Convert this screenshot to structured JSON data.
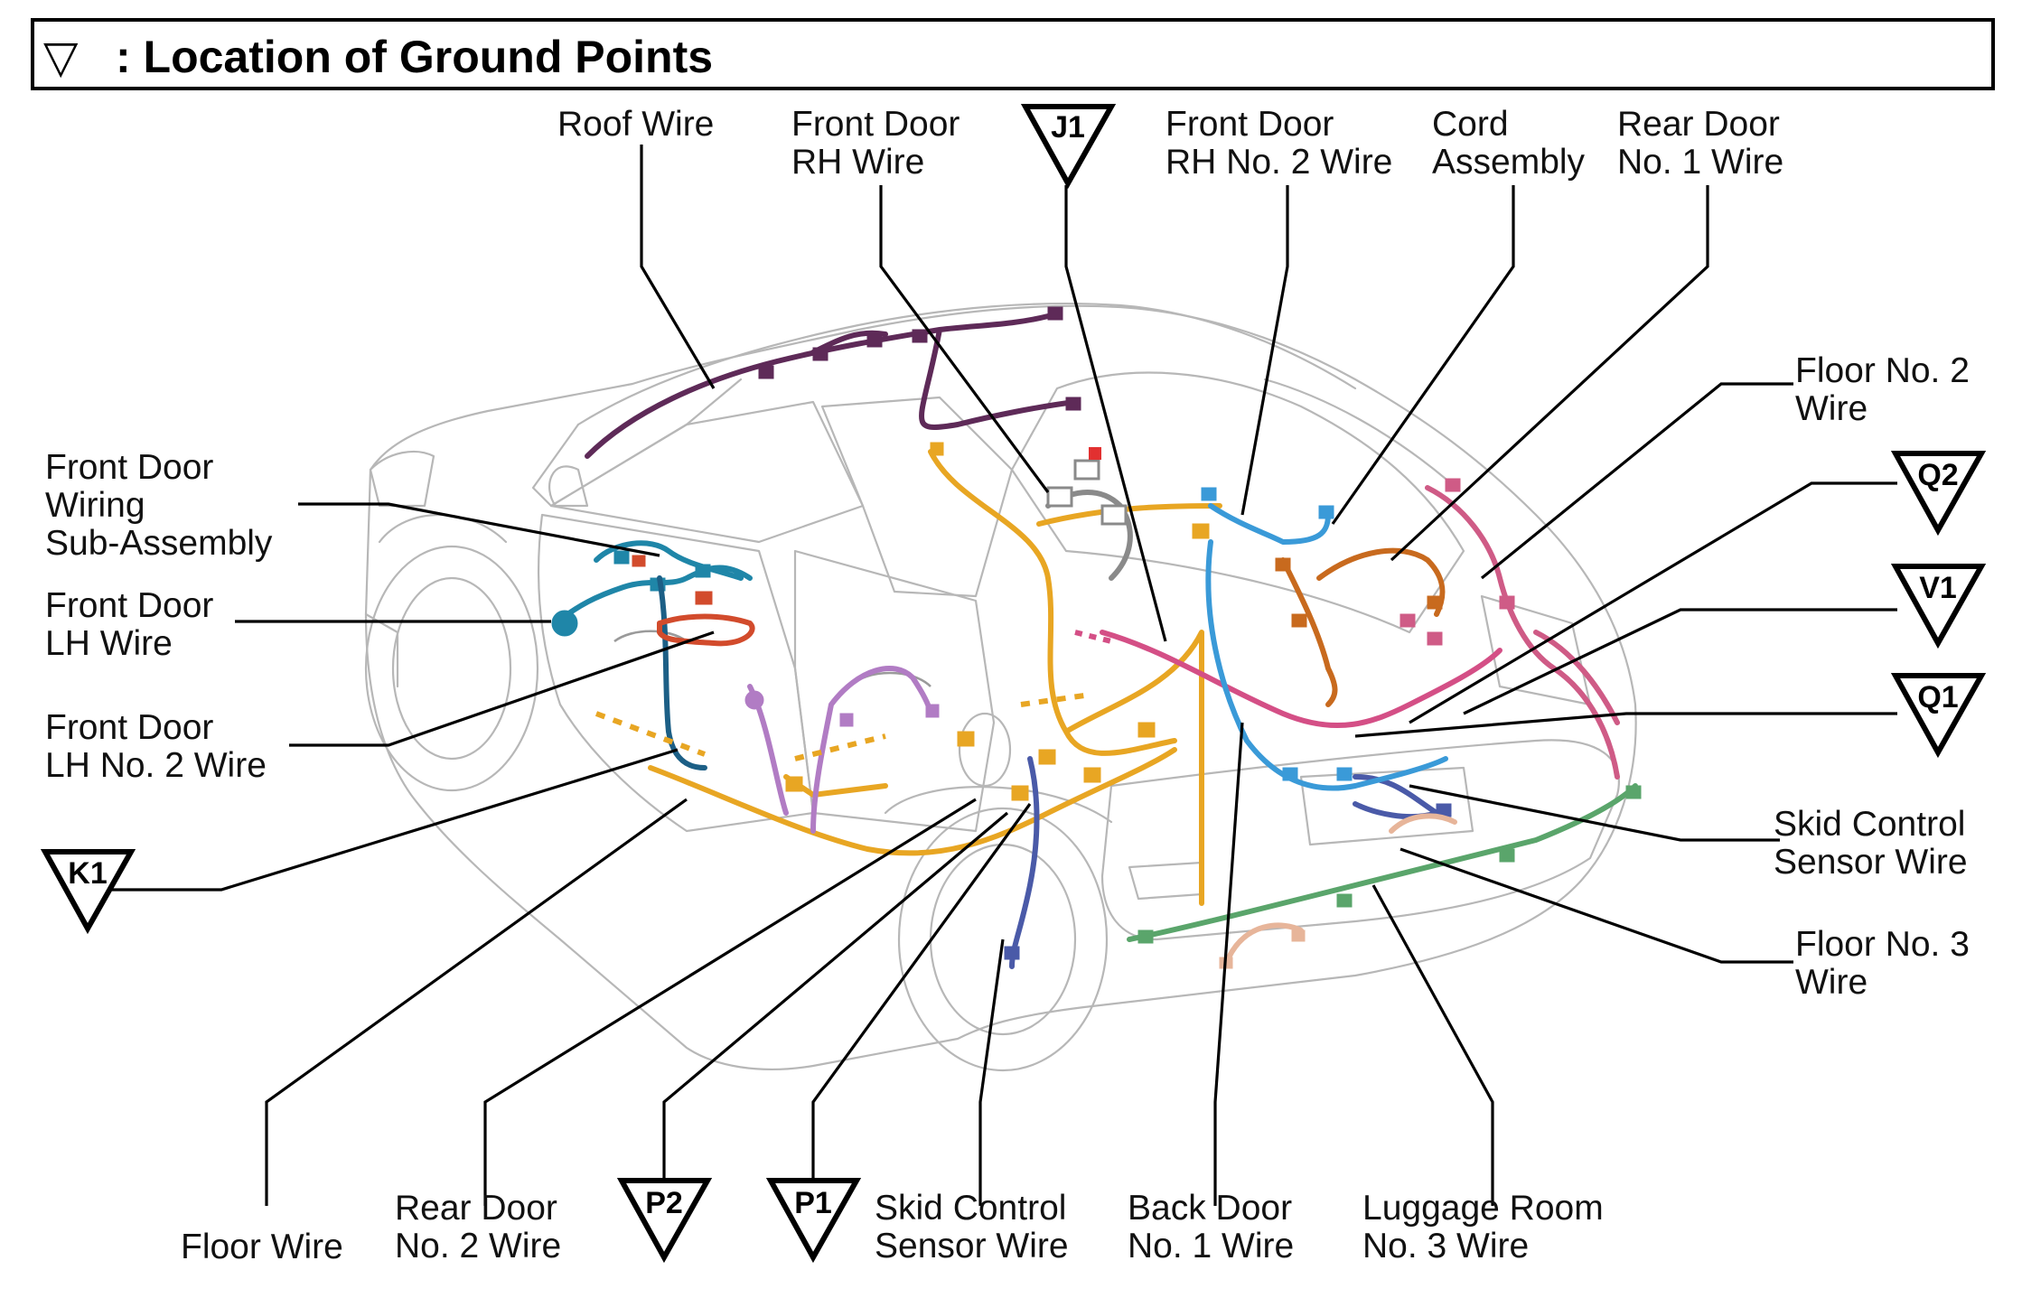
{
  "title": {
    "symbol": "▽",
    "text": ": Location of Ground Points"
  },
  "ground_points": {
    "j1": "J1",
    "q2": "Q2",
    "v1": "V1",
    "q1": "Q1",
    "k1": "K1",
    "p2": "P2",
    "p1": "P1"
  },
  "labels": {
    "roof_wire": [
      "Roof Wire"
    ],
    "front_door_rh_wire": [
      "Front Door",
      "RH Wire"
    ],
    "front_door_rh_no2_wire": [
      "Front Door",
      "RH No. 2 Wire"
    ],
    "cord_assembly": [
      "Cord",
      "Assembly"
    ],
    "rear_door_no1_wire": [
      "Rear Door",
      "No. 1 Wire"
    ],
    "floor_no2_wire": [
      "Floor No. 2",
      "Wire"
    ],
    "front_door_wiring_sub_assembly": [
      "Front Door",
      "Wiring",
      "Sub-Assembly"
    ],
    "front_door_lh_wire": [
      "Front Door",
      "LH Wire"
    ],
    "front_door_lh_no2_wire": [
      "Front Door",
      "LH No. 2 Wire"
    ],
    "skid_control_sensor_wire_right": [
      "Skid Control",
      "Sensor Wire"
    ],
    "floor_no3_wire": [
      "Floor No. 3",
      "Wire"
    ],
    "floor_wire": [
      "Floor Wire"
    ],
    "rear_door_no2_wire": [
      "Rear Door",
      "No. 2 Wire"
    ],
    "skid_control_sensor_wire_bottom": [
      "Skid Control",
      "Sensor Wire"
    ],
    "back_door_no1_wire": [
      "Back Door",
      "No. 1 Wire"
    ],
    "luggage_room_no3_wire": [
      "Luggage Room",
      "No. 3 Wire"
    ]
  },
  "wire_colors": {
    "roof": "#5e2a58",
    "floor": "#e8a623",
    "front_door_lh": "#1f86a8",
    "front_door_lh_no2": "#1c5f86",
    "sub_assembly": "#d24b2c",
    "rear_door_no2": "#b17cc4",
    "skid_control": "#4a5aa8",
    "back_door": "#d44f86",
    "cord_assembly": "#c86a1e",
    "floor_no2": "#cf5b86",
    "front_door_rh": "#8a8a8a",
    "front_door_rh_no2": "#3a9ad8",
    "luggage_room": "#5aa56b",
    "floor_no3": "#e7b59a"
  }
}
